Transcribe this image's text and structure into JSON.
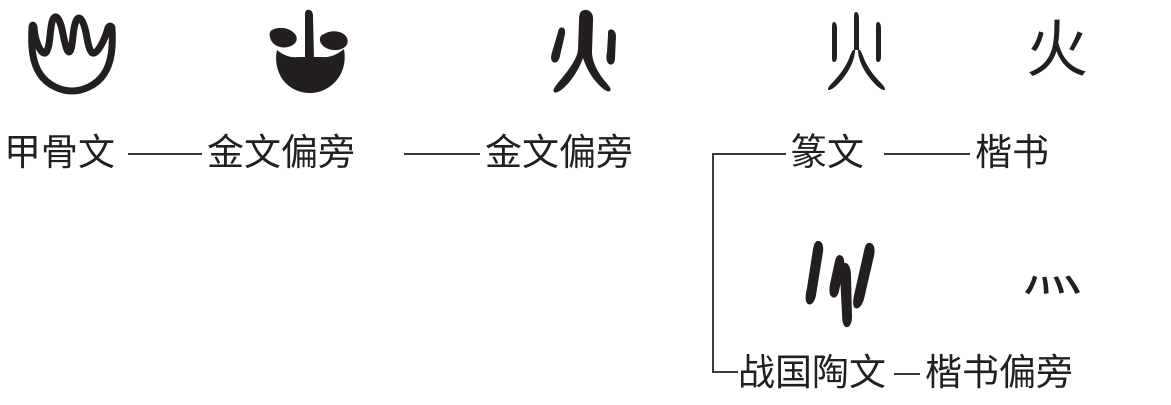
{
  "figure": {
    "subject_character": "火",
    "description": "Evolution chart of the Chinese character for fire",
    "background_color": "#ffffff",
    "ink_color": "#231f20",
    "line_color": "#3a3a3a"
  },
  "main_row": {
    "glyphs": [
      {
        "id": "oracle-bone-glyph",
        "script": "甲骨文",
        "reading": "火"
      },
      {
        "id": "bronze-radical-glyph-1",
        "script": "金文偏旁",
        "reading": "火"
      },
      {
        "id": "bronze-radical-glyph-2",
        "script": "金文偏旁",
        "reading": "火"
      },
      {
        "id": "seal-script-glyph",
        "script": "篆文",
        "reading": "火"
      },
      {
        "id": "regular-script-glyph",
        "script": "楷书",
        "reading": "火"
      }
    ],
    "labels": [
      "甲骨文",
      "金文偏旁",
      "金文偏旁",
      "篆文",
      "楷书"
    ],
    "connector": "——",
    "modern_character": "火"
  },
  "branch_row": {
    "glyphs": [
      {
        "id": "warring-states-pottery-glyph",
        "script": "战国陶文",
        "reading": "火"
      },
      {
        "id": "regular-script-radical-glyph",
        "script": "楷书偏旁",
        "reading": "灬"
      }
    ],
    "labels": [
      "战国陶文",
      "楷书偏旁"
    ],
    "connector": "一",
    "radical_character": "灬"
  }
}
